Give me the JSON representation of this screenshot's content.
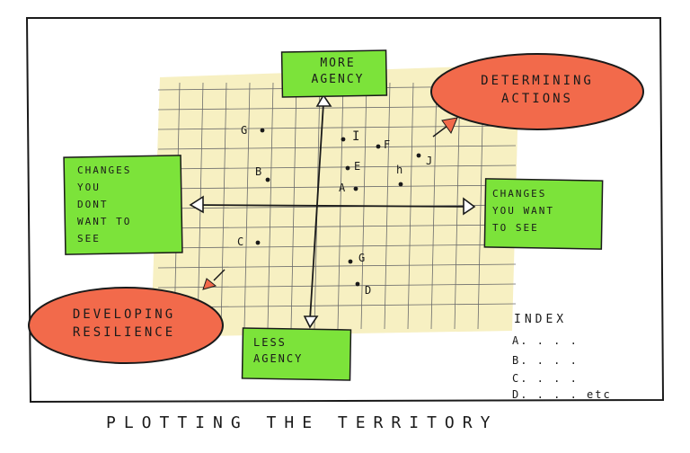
{
  "caption": "PLOTTING THE TERRITORY",
  "colors": {
    "green": "#7ce33a",
    "red": "#f26a4b",
    "yellow": "#f7f0c2",
    "ink": "#1a1a1a"
  },
  "boxes": {
    "top": "MORE\nAGENCY",
    "bottom": "LESS\nAGENCY",
    "left": "CHANGES\nYOU\nDONT\nWANT TO\nSEE",
    "right": "CHANGES\nYOU WANT\nTO SEE"
  },
  "ellipses": {
    "top_right": "DETERMINING\nACTIONS",
    "bottom_left": "DEVELOPING\nRESILIENCE"
  },
  "points": [
    {
      "label": "G"
    },
    {
      "label": "B"
    },
    {
      "label": "I"
    },
    {
      "label": "F"
    },
    {
      "label": "J"
    },
    {
      "label": "E"
    },
    {
      "label": "H"
    },
    {
      "label": "A"
    },
    {
      "label": "C"
    },
    {
      "label": "G"
    },
    {
      "label": "D"
    }
  ],
  "index": {
    "title": "INDEX",
    "rows": [
      "A. . . .",
      "B. . . .",
      "C. . . .",
      "D. . . . etc"
    ]
  }
}
